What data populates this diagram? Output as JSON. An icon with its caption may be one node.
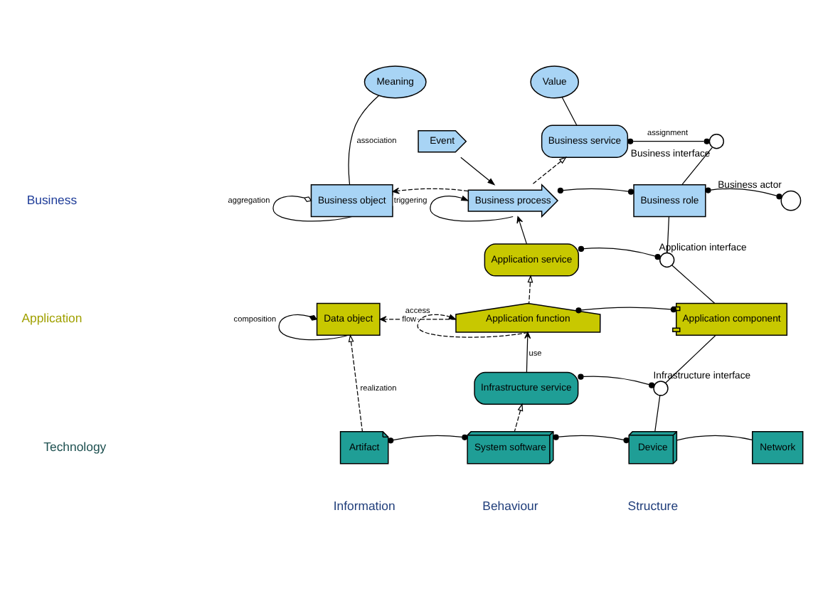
{
  "diagram": {
    "nodes": [
      {
        "text": [
          "Meaning"
        ]
      },
      {
        "text": [
          "Value"
        ]
      },
      {
        "text": [
          "Event"
        ]
      },
      {
        "text": [
          "Business service"
        ]
      },
      {
        "text": [],
        "shape": "circle",
        "beside": [
          "Business interface"
        ]
      },
      {
        "text": [
          "Business object"
        ]
      },
      {
        "text": [
          "Business process"
        ]
      },
      {
        "text": [
          "Business role"
        ]
      },
      {
        "text": [],
        "shape": "person",
        "beside": [
          "Business actor"
        ]
      },
      {
        "text": [
          "Application service"
        ]
      },
      {
        "text": [],
        "shape": "circle",
        "beside": [
          "Application interface"
        ]
      },
      {
        "text": [
          "Data object"
        ]
      },
      {
        "text": [
          "Application function"
        ]
      },
      {
        "text": [
          "Application component"
        ]
      },
      {
        "text": [
          "Infrastructure service"
        ]
      },
      {
        "text": [],
        "shape": "circle",
        "beside": [
          "Infrastructure interface"
        ]
      },
      {
        "text": [
          "Artifact"
        ]
      },
      {
        "text": [
          "System software"
        ]
      },
      {
        "text": [
          "Device"
        ]
      },
      {
        "text": [
          "Network"
        ]
      }
    ],
    "edges": [
      {
        "from": 0,
        "to": 5,
        "arrow": "none",
        "label": "association"
      },
      {
        "from": 1,
        "to": 3,
        "arrow": "none"
      },
      {
        "from": 2,
        "to": 6,
        "arrow": "to"
      },
      {
        "from": 3,
        "to": 4,
        "arrow": "other",
        "label": "assignment"
      },
      {
        "from": 4,
        "to": 7,
        "arrow": "none"
      },
      {
        "from": 6,
        "to": 3,
        "arrow": "to",
        "style": "dashed"
      },
      {
        "from": 6,
        "to": 5,
        "arrow": "to",
        "style": "dashed"
      },
      {
        "from": 6,
        "to": 6,
        "arrow": "to",
        "label": "triggering"
      },
      {
        "from": 6,
        "to": 7,
        "arrow": "other"
      },
      {
        "from": 7,
        "to": 8,
        "arrow": "other"
      },
      {
        "from": 5,
        "to": 5,
        "arrow": "other",
        "label": "aggregation"
      },
      {
        "from": 9,
        "to": 6,
        "arrow": "to"
      },
      {
        "from": 9,
        "to": 10,
        "arrow": "other"
      },
      {
        "from": 7,
        "to": 10,
        "arrow": "none"
      },
      {
        "from": 10,
        "to": 13,
        "arrow": "none"
      },
      {
        "from": 12,
        "to": 9,
        "arrow": "to",
        "style": "dashed"
      },
      {
        "from": 12,
        "to": 11,
        "arrow": "to",
        "style": "dashed",
        "label": "access"
      },
      {
        "from": 12,
        "to": 13,
        "arrow": "other"
      },
      {
        "from": 12,
        "to": 12,
        "arrow": "to",
        "style": "dashed",
        "label": "flow"
      },
      {
        "from": 11,
        "to": 11,
        "arrow": "other",
        "label": "composition"
      },
      {
        "from": 16,
        "to": 11,
        "arrow": "to",
        "style": "dashed",
        "label": "realization"
      },
      {
        "from": 14,
        "to": 12,
        "arrow": "to",
        "label": "use"
      },
      {
        "from": 14,
        "to": 15,
        "arrow": "other"
      },
      {
        "from": 13,
        "to": 15,
        "arrow": "none"
      },
      {
        "from": 15,
        "to": 18,
        "arrow": "none"
      },
      {
        "from": 17,
        "to": 14,
        "arrow": "to",
        "style": "dashed"
      },
      {
        "from": 16,
        "to": 17,
        "arrow": "other"
      },
      {
        "from": 17,
        "to": 18,
        "arrow": "other"
      },
      {
        "from": 18,
        "to": 19,
        "arrow": "none"
      }
    ],
    "labels": [
      "Business",
      "Application",
      "Technology",
      "Information",
      "Behaviour",
      "Structure"
    ]
  }
}
